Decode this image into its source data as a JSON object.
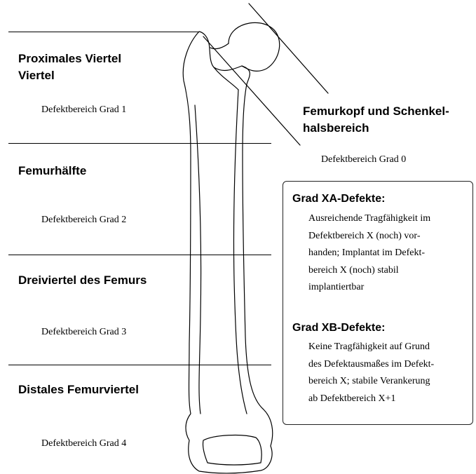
{
  "regions": [
    {
      "heading_lines": [
        "Proximales Viertel",
        "Viertel"
      ],
      "grade": "Defektbereich Grad 1"
    },
    {
      "heading_lines": [
        "Femurhälfte"
      ],
      "grade": "Defektbereich Grad 2"
    },
    {
      "heading_lines": [
        "Dreiviertel des Femurs"
      ],
      "grade": "Defektbereich Grad 3"
    },
    {
      "heading_lines": [
        "Distales Femurviertel"
      ],
      "grade": "Defektbereich Grad 4"
    }
  ],
  "femoral_head": {
    "heading_lines": [
      "Femurkopf und Schenkel-",
      "halsbereich"
    ],
    "grade": "Defektbereich Grad 0"
  },
  "legend": {
    "xa": {
      "title": "Grad XA-Defekte:",
      "lines": [
        "Ausreichende Tragfähigkeit im",
        "Defektbereich X (noch) vor-",
        "handen;  Implantat im Defekt-",
        "bereich X (noch) stabil",
        "implantiertbar"
      ]
    },
    "xb": {
      "title": "Grad XB-Defekte:",
      "lines": [
        "Keine Tragfähigkeit auf Grund",
        "des Defektausmaßes im Defekt-",
        "bereich X; stabile Verankerung",
        "ab Defektbereich X+1"
      ]
    }
  }
}
